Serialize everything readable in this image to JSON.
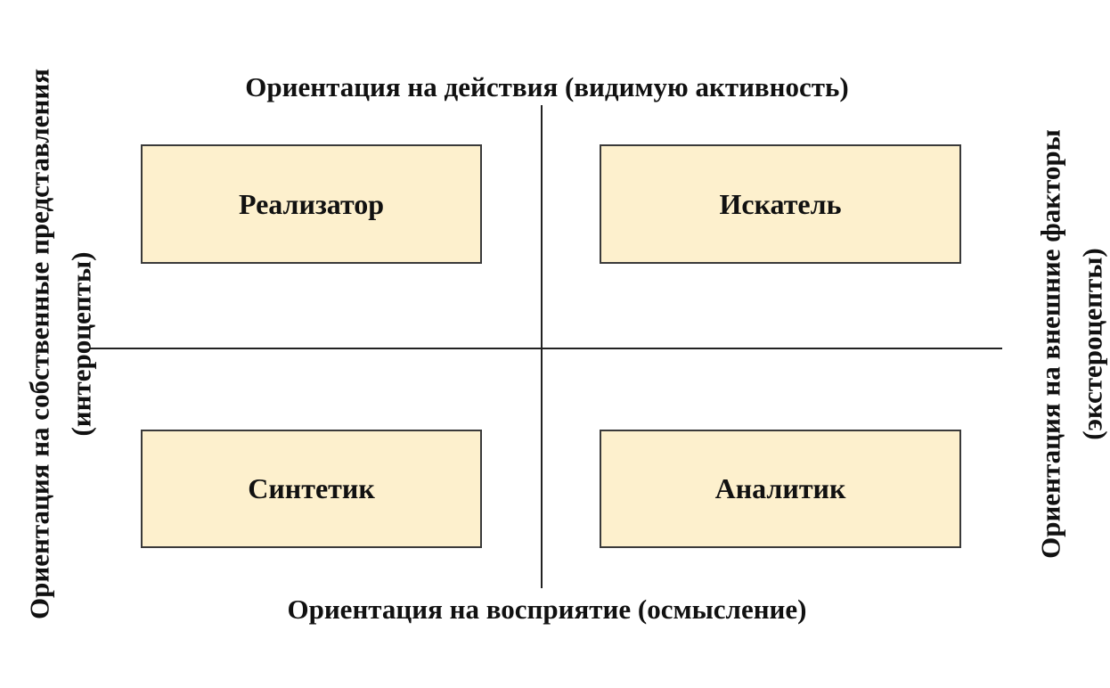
{
  "axes": {
    "top": "Ориентация на действия (видимую активность)",
    "bottom": "Ориентация на восприятие (осмысление)",
    "left_line1": "Ориентация на собственные представления",
    "left_line2": "(интероцепты)",
    "right_line1": "Ориентация на внешние факторы",
    "right_line2": "(экстероцепты)"
  },
  "quadrants": {
    "top_left": "Реализатор",
    "top_right": "Искатель",
    "bottom_left": "Синтетик",
    "bottom_right": "Аналитик"
  },
  "colors": {
    "box_fill": "#fdf0cd",
    "border": "#3a3a3a"
  }
}
